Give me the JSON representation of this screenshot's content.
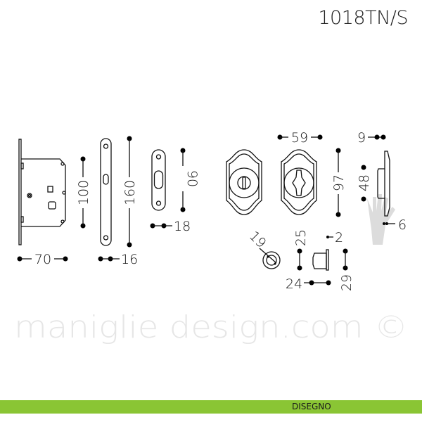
{
  "header": {
    "product_code": "1018TN/S"
  },
  "watermark": "maniglie design.com ©",
  "dimensions": {
    "lock_width": "70",
    "lock_height": "100",
    "faceplate_width": "16",
    "faceplate_height": "160",
    "strike_width": "18",
    "strike_height": "90",
    "rosette_width": "59",
    "rosette_height": "97",
    "rosette_depth": "9",
    "rosette_inner": "48",
    "plate_thickness": "6",
    "release_diameter": "19",
    "knob_height": "25",
    "knob_flange": "2",
    "knob_width": "24",
    "knob_diameter": "29"
  },
  "footer": {
    "label": "DISEGNO"
  },
  "colors": {
    "footer_bg": "#8ac534",
    "ink": "#111111"
  }
}
